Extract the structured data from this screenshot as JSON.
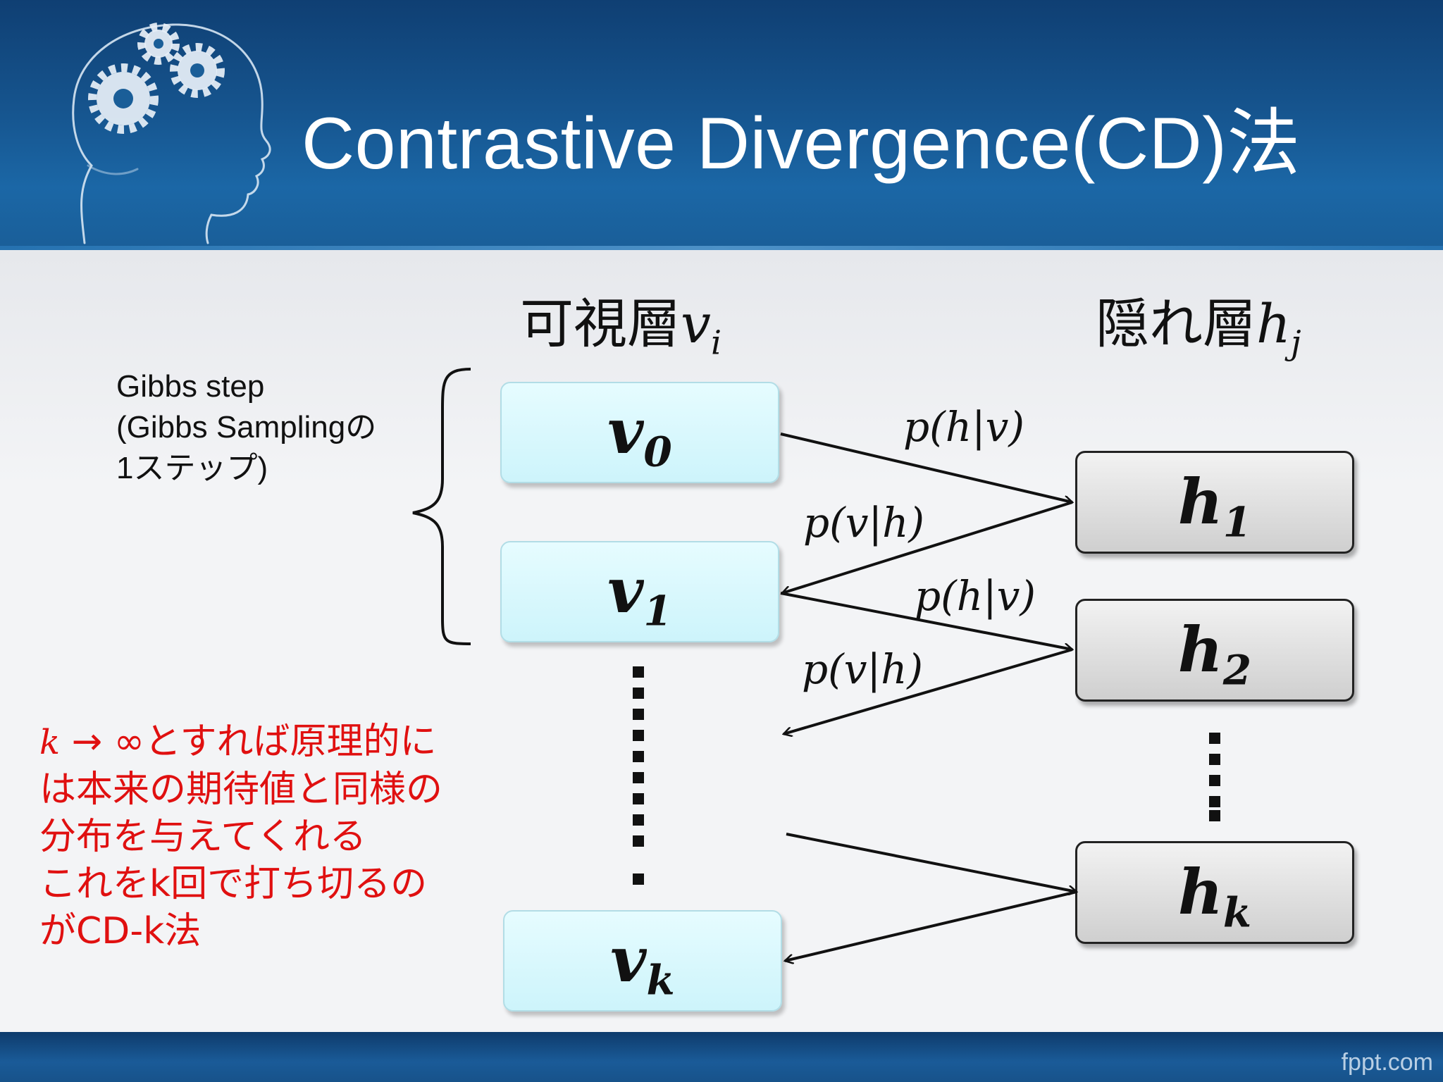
{
  "slide": {
    "title": "Contrastive Divergence(CD)法",
    "visible_layer": {
      "text": "可視層",
      "var": "v",
      "sub": "i"
    },
    "hidden_layer": {
      "text": "隠れ層",
      "var": "h",
      "sub": "j"
    },
    "gibbs_note": [
      "Gibbs step",
      "(Gibbs Samplingの",
      "1ステップ)"
    ],
    "red_note": {
      "k_symbol": "k",
      "line1_rest": " → ∞とすれば原理的に",
      "line2": "は本来の期待値と同様の",
      "line3": "分布を与えてくれる",
      "line4": "これをk回で打ち切るの",
      "line5": "がCD-k法"
    },
    "visible_nodes": [
      {
        "var": "v",
        "sub": "0"
      },
      {
        "var": "v",
        "sub": "1"
      },
      {
        "var": "v",
        "sub": "k"
      }
    ],
    "hidden_nodes": [
      {
        "var": "h",
        "sub": "1"
      },
      {
        "var": "h",
        "sub": "2"
      },
      {
        "var": "h",
        "sub": "k"
      }
    ],
    "edge_labels": {
      "v0_h1": "p(h|v)",
      "h1_v1": "p(v|h)",
      "v1_h2": "p(h|v)",
      "h2_down": "p(v|h)"
    },
    "footer_brand": "fppt.com"
  },
  "colors": {
    "header_blue": "#16558f",
    "note_red": "#e01010",
    "visible_node": "#cdf4fb",
    "hidden_node": "#cfcfcf"
  }
}
